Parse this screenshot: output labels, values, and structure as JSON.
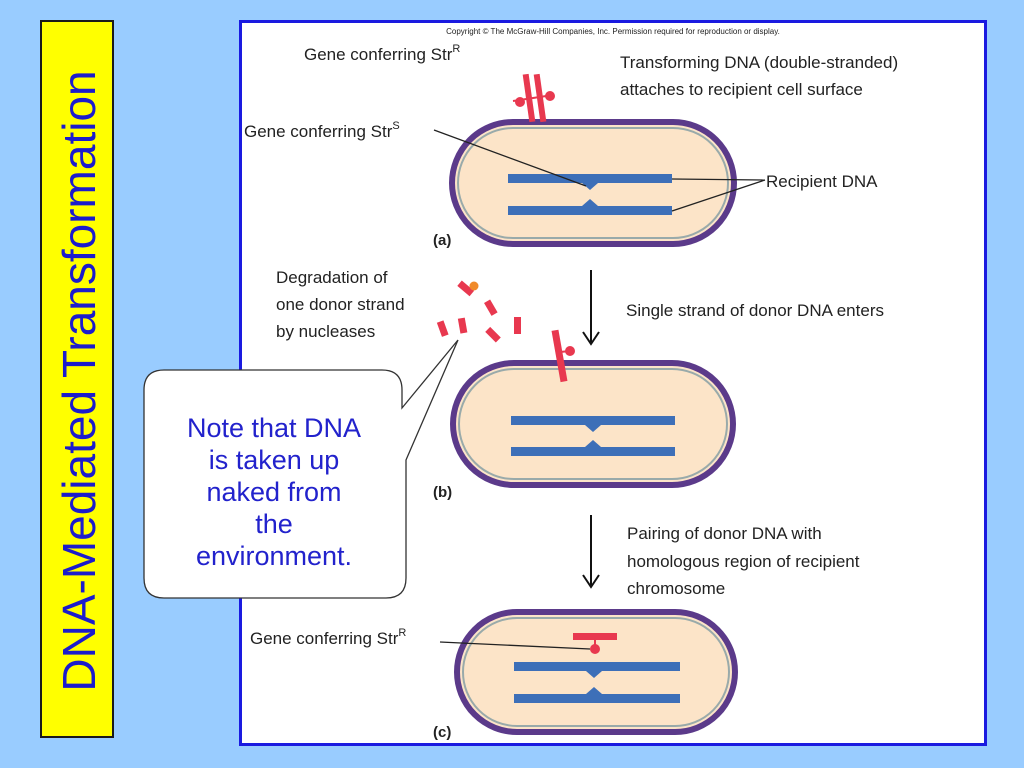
{
  "slide": {
    "title": "DNA-Mediated Transformation"
  },
  "figure": {
    "copyright": "Copyright © The McGraw-Hill Companies, Inc. Permission required for reproduction or display.",
    "label_gene_strR_top": "Gene conferring Str",
    "label_gene_strR_top_sup": "R",
    "label_transforming_line1": "Transforming DNA (double-stranded)",
    "label_transforming_line2": "attaches to recipient cell surface",
    "label_gene_strS": "Gene conferring Str",
    "label_gene_strS_sup": "S",
    "label_recipient_dna": "Recipient DNA",
    "panel_a": "(a)",
    "label_degradation_line1": "Degradation of",
    "label_degradation_line2": "one donor strand",
    "label_degradation_line3": "by nucleases",
    "label_single_strand": "Single strand of donor DNA enters",
    "panel_b": "(b)",
    "label_pairing_line1": "Pairing of donor DNA with",
    "label_pairing_line2": "homologous region of recipient",
    "label_pairing_line3": "chromosome",
    "label_gene_strR_bottom": "Gene conferring Str",
    "label_gene_strR_bottom_sup": "R",
    "panel_c": "(c)"
  },
  "callout": {
    "line1": "Note that DNA",
    "line2": "is taken up",
    "line3": "naked from",
    "line4": "the",
    "line5": "environment."
  },
  "colors": {
    "background": "#99ccff",
    "title_bar": "#ffff00",
    "title_text": "#1c1ccc",
    "panel_border": "#1a1ae0",
    "cell_wall": "#5b3a8a",
    "cytoplasm": "#fce4c8",
    "recipient_dna": "#3d6fb8",
    "donor_dna": "#e8384f",
    "callout_text": "#2222cc"
  }
}
